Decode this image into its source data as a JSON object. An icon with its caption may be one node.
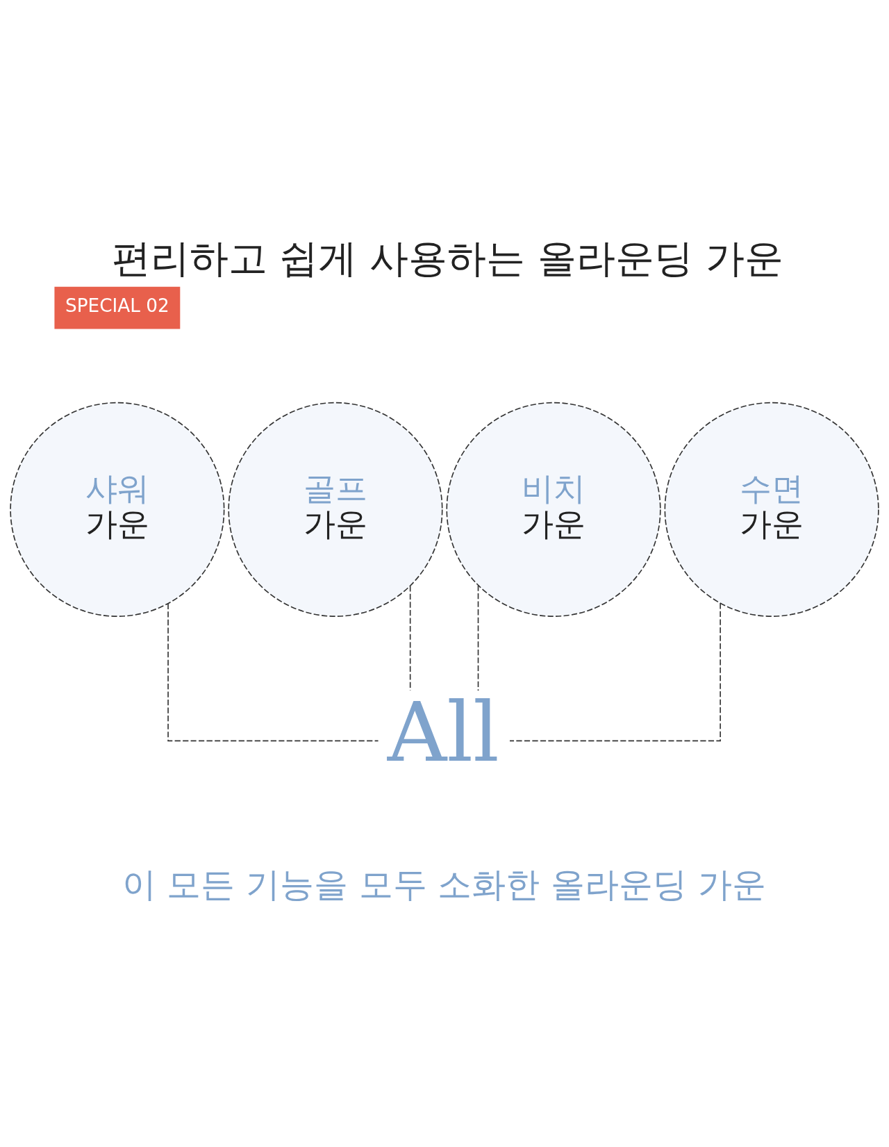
{
  "diagram": {
    "title": "편리하고 쉽게 사용하는 올라운딩 가운",
    "nodes": [
      {
        "text": [
          "골프",
          "가운"
        ]
      },
      {
        "text": [
          "샤워",
          "가운"
        ]
      },
      {
        "text": [
          "비치",
          "가운"
        ]
      },
      {
        "text": [
          "수면",
          "가운"
        ]
      },
      {
        "text": [
          "All"
        ]
      }
    ],
    "edges": [
      {
        "from": 0,
        "to": 4,
        "arrow": "none",
        "style": "dashed"
      },
      {
        "from": 1,
        "to": 4,
        "arrow": "none",
        "style": "dashed"
      },
      {
        "from": 2,
        "to": 4,
        "arrow": "none",
        "style": "dashed"
      },
      {
        "from": 3,
        "to": 4,
        "arrow": "none",
        "style": "dashed"
      }
    ],
    "labels": [
      "SPECIAL 02",
      "이 모든 기능을 모두 소화한 올라운딩 가운"
    ]
  }
}
